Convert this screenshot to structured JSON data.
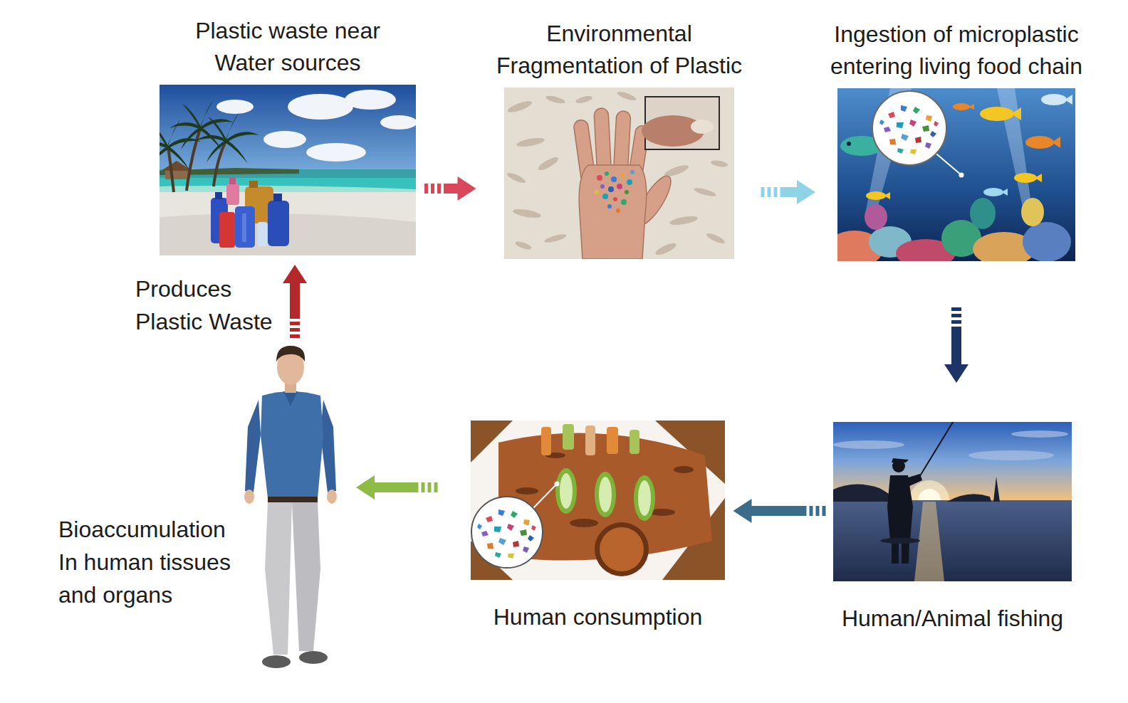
{
  "diagram": {
    "nodes": [
      {
        "text": [
          "Plastic waste near Water sources"
        ]
      },
      {
        "text": [
          "Environmental Fragmentation of Plastic"
        ]
      },
      {
        "text": [
          "Ingestion of microplastic entering living food chain"
        ]
      },
      {
        "text": [
          "Human/Animal fishing"
        ]
      },
      {
        "text": [
          "Human consumption"
        ]
      },
      {
        "text": [
          "Bioaccumulation In human tissues and organs"
        ]
      }
    ],
    "edges": [
      {
        "from": 0,
        "to": 1,
        "arrow": "to"
      },
      {
        "from": 1,
        "to": 2,
        "arrow": "to"
      },
      {
        "from": 2,
        "to": 3,
        "arrow": "to"
      },
      {
        "from": 3,
        "to": 4,
        "arrow": "to"
      },
      {
        "from": 4,
        "to": 5,
        "arrow": "to"
      },
      {
        "from": 5,
        "to": 0,
        "label": "Produces Plastic Waste",
        "arrow": "to"
      }
    ]
  }
}
